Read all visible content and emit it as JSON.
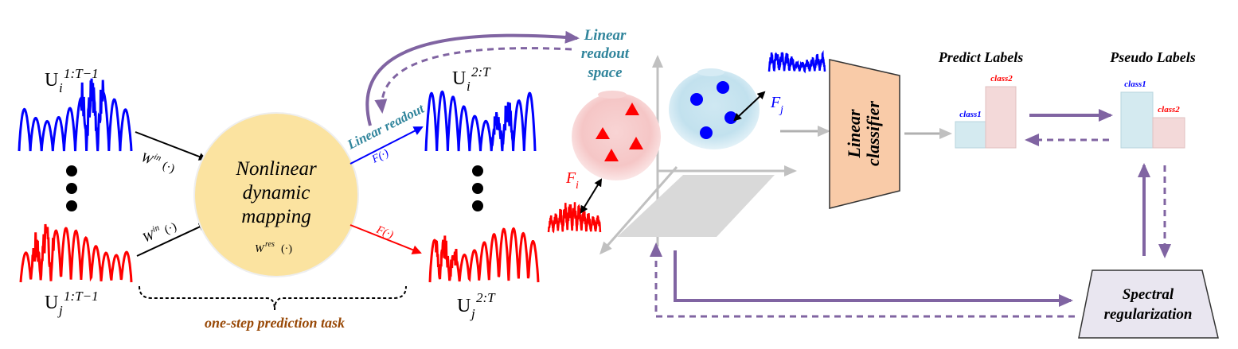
{
  "center_node": {
    "line1": "Nonlinear",
    "line2": "dynamic",
    "line3": "mapping",
    "wres": "res"
  },
  "inputs": {
    "ui_symbol": "U",
    "ui_sub": "i",
    "ui_sup": "1:T−1",
    "uj_symbol": "U",
    "uj_sub": "j",
    "uj_sup": "1:T−1",
    "win_top": "in",
    "win_bottom": "in"
  },
  "outputs": {
    "ui_symbol": "U",
    "ui_sub": "i",
    "ui_sup": "2:T",
    "uj_symbol": "U",
    "uj_sub": "j",
    "uj_sup": "2:T"
  },
  "readout": {
    "arrow_label": "Linear readout",
    "f_top": "F(·)",
    "f_bottom": "F(·)",
    "space_line1": "Linear",
    "space_line2": "readout",
    "space_line3": "space"
  },
  "task_label": "one-step prediction task",
  "features": {
    "fi_symbol": "F",
    "fi_sub": "i",
    "fj_symbol": "F",
    "fj_sub": "j"
  },
  "classifier": {
    "line1": "Linear",
    "line2": "classifier"
  },
  "predict": {
    "title": "Predict Labels",
    "class1": "class1",
    "class2": "class2"
  },
  "pseudo": {
    "title": "Pseudo Labels",
    "class1": "class1",
    "class2": "class2"
  },
  "spectral": {
    "line1": "Spectral",
    "line2": "regularization"
  },
  "colors": {
    "blue": "#0000ff",
    "red": "#ff0000",
    "purple": "#8064a2",
    "teal": "#31859c",
    "brown": "#984806",
    "node_fill": "#fbe3a0",
    "classifier_fill": "#f9cba8",
    "bar_blue": "#d4eaf0",
    "bar_red": "#f3d9d9",
    "gray": "#b8b8b8"
  }
}
